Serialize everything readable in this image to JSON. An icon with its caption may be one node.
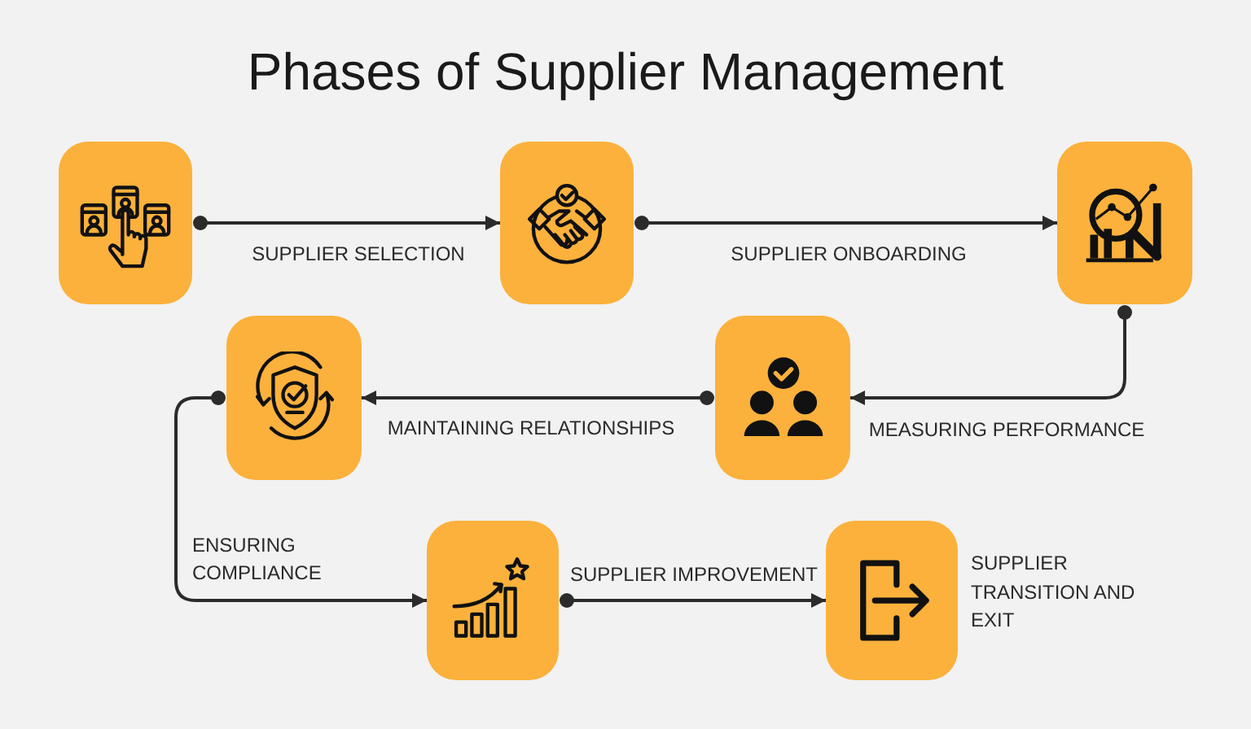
{
  "diagram": {
    "title": "Phases of Supplier Management",
    "nodes": [
      {
        "text": [],
        "shape": "picture"
      },
      {
        "text": [],
        "shape": "picture"
      },
      {
        "text": [],
        "shape": "picture"
      },
      {
        "text": [],
        "shape": "picture"
      },
      {
        "text": [],
        "shape": "picture"
      },
      {
        "text": [],
        "shape": "picture"
      },
      {
        "text": [],
        "shape": "picture",
        "beside": [
          "SUPPLIER TRANSITION AND EXIT"
        ]
      }
    ],
    "edges": [
      {
        "from": 0,
        "to": 1,
        "arrow": "to",
        "label": "SUPPLIER SELECTION"
      },
      {
        "from": 1,
        "to": 2,
        "arrow": "to",
        "label": "SUPPLIER ONBOARDING"
      },
      {
        "from": 2,
        "to": 3,
        "arrow": "to",
        "label": "MEASURING PERFORMANCE"
      },
      {
        "from": 3,
        "to": 4,
        "arrow": "to",
        "label": "MAINTAINING RELATIONSHIPS"
      },
      {
        "from": 4,
        "to": 5,
        "arrow": "to",
        "label": "ENSURING COMPLIANCE"
      },
      {
        "from": 5,
        "to": 6,
        "arrow": "to",
        "label": "SUPPLIER IMPROVEMENT"
      }
    ]
  }
}
